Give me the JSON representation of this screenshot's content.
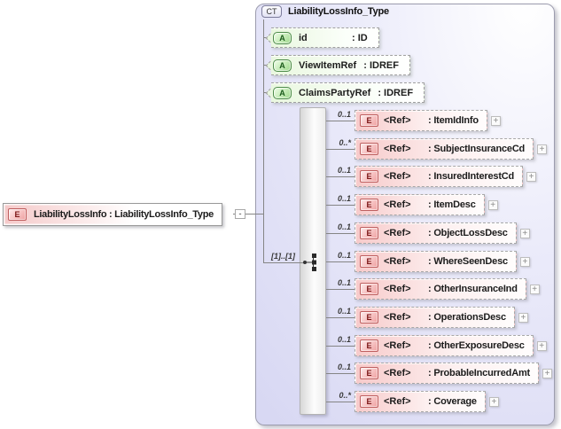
{
  "root": {
    "icon": "E",
    "label": "LiabilityLossInfo : LiabilityLossInfo_Type",
    "collapse_glyph": "-"
  },
  "complex_type": {
    "badge": "CT",
    "title": "LiabilityLossInfo_Type",
    "attributes": [
      {
        "icon": "A",
        "name": "id",
        "type": ": ID"
      },
      {
        "icon": "A",
        "name": "ViewItemRef",
        "type": ": IDREF"
      },
      {
        "icon": "A",
        "name": "ClaimsPartyRef",
        "type": ": IDREF"
      }
    ],
    "sequence": {
      "compositor": "sequence",
      "cardinality": "[1]..[1]"
    },
    "elements": [
      {
        "icon": "E",
        "cardinality": "0..1",
        "name": "<Ref>",
        "type": ": ItemIdInfo",
        "expand": "+"
      },
      {
        "icon": "E",
        "cardinality": "0..*",
        "name": "<Ref>",
        "type": ": SubjectInsuranceCd",
        "expand": "+"
      },
      {
        "icon": "E",
        "cardinality": "0..1",
        "name": "<Ref>",
        "type": ": InsuredInterestCd",
        "expand": "+"
      },
      {
        "icon": "E",
        "cardinality": "0..1",
        "name": "<Ref>",
        "type": ": ItemDesc",
        "expand": "+"
      },
      {
        "icon": "E",
        "cardinality": "0..1",
        "name": "<Ref>",
        "type": ": ObjectLossDesc",
        "expand": "+"
      },
      {
        "icon": "E",
        "cardinality": "0..1",
        "name": "<Ref>",
        "type": ": WhereSeenDesc",
        "expand": "+"
      },
      {
        "icon": "E",
        "cardinality": "0..1",
        "name": "<Ref>",
        "type": ": OtherInsuranceInd",
        "expand": "+"
      },
      {
        "icon": "E",
        "cardinality": "0..1",
        "name": "<Ref>",
        "type": ": OperationsDesc",
        "expand": "+"
      },
      {
        "icon": "E",
        "cardinality": "0..1",
        "name": "<Ref>",
        "type": ": OtherExposureDesc",
        "expand": "+"
      },
      {
        "icon": "E",
        "cardinality": "0..1",
        "name": "<Ref>",
        "type": ": ProbableIncurredAmt",
        "expand": "+"
      },
      {
        "icon": "E",
        "cardinality": "0..*",
        "name": "<Ref>",
        "type": ": Coverage",
        "expand": "+"
      }
    ]
  },
  "colors": {
    "line": "#858585",
    "element_fill": "#f7caca",
    "element_icon_border": "#bf5f5f",
    "attribute_fill": "#e9f7df",
    "attribute_icon_border": "#4e8c4a",
    "container_fill": "#d8d8f3",
    "container_border": "#9c9cae"
  }
}
